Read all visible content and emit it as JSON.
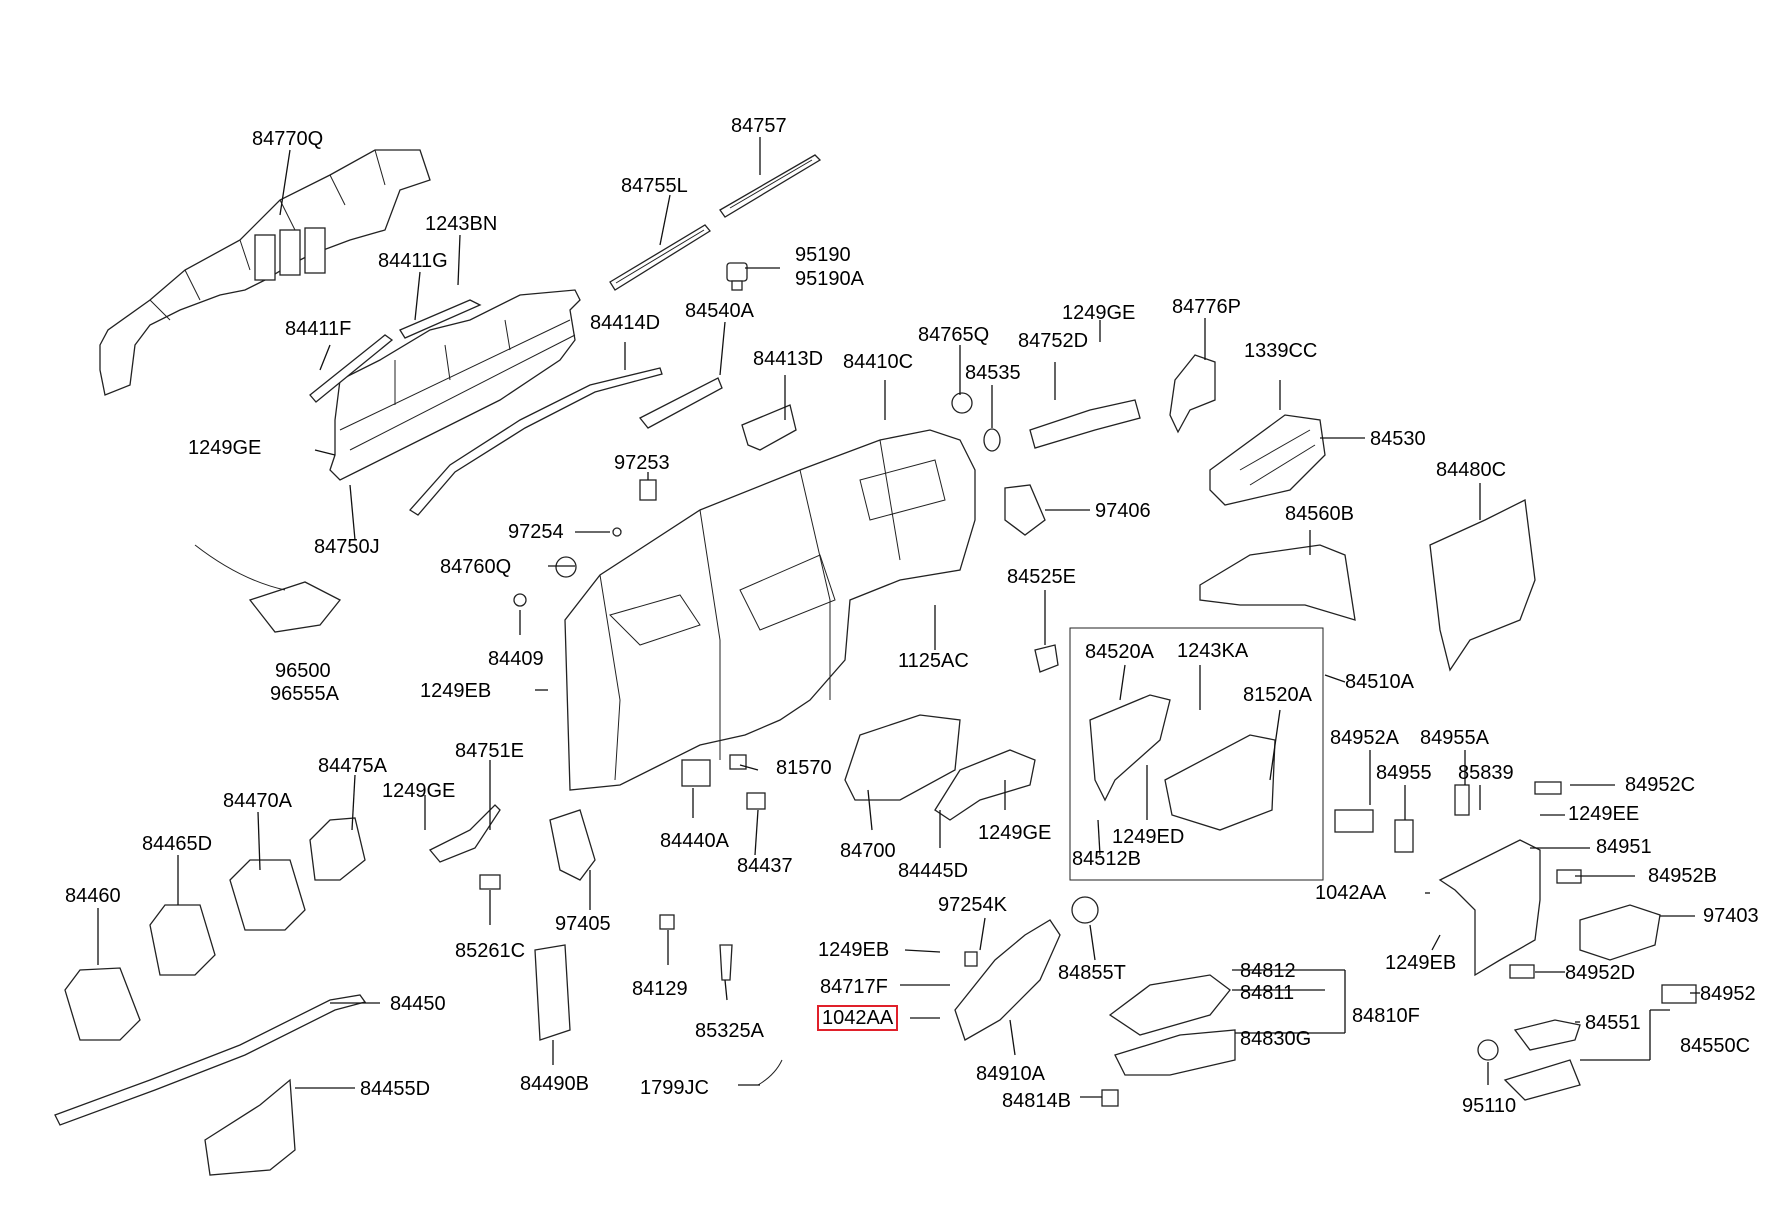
{
  "diagram": {
    "labels": [
      {
        "id": "84770Q",
        "text": "84770Q"
      },
      {
        "id": "84757",
        "text": "84757"
      },
      {
        "id": "84755L",
        "text": "84755L"
      },
      {
        "id": "1243BN",
        "text": "1243BN"
      },
      {
        "id": "84411G",
        "text": "84411G"
      },
      {
        "id": "95190",
        "text": "95190"
      },
      {
        "id": "95190A",
        "text": "95190A"
      },
      {
        "id": "84540A",
        "text": "84540A"
      },
      {
        "id": "84411F",
        "text": "84411F"
      },
      {
        "id": "84414D",
        "text": "84414D"
      },
      {
        "id": "1249GE_top",
        "text": "1249GE"
      },
      {
        "id": "84776P",
        "text": "84776P"
      },
      {
        "id": "84765Q",
        "text": "84765Q"
      },
      {
        "id": "84752D",
        "text": "84752D"
      },
      {
        "id": "1339CC",
        "text": "1339CC"
      },
      {
        "id": "84413D",
        "text": "84413D"
      },
      {
        "id": "84410C",
        "text": "84410C"
      },
      {
        "id": "84535",
        "text": "84535"
      },
      {
        "id": "1249GE_left",
        "text": "1249GE"
      },
      {
        "id": "84530",
        "text": "84530"
      },
      {
        "id": "84480C",
        "text": "84480C"
      },
      {
        "id": "97253",
        "text": "97253"
      },
      {
        "id": "97406",
        "text": "97406"
      },
      {
        "id": "84560B",
        "text": "84560B"
      },
      {
        "id": "97254",
        "text": "97254"
      },
      {
        "id": "84750J",
        "text": "84750J"
      },
      {
        "id": "84760Q",
        "text": "84760Q"
      },
      {
        "id": "84525E",
        "text": "84525E"
      },
      {
        "id": "84520A",
        "text": "84520A"
      },
      {
        "id": "1243KA",
        "text": "1243KA"
      },
      {
        "id": "1125AC",
        "text": "1125AC"
      },
      {
        "id": "84409",
        "text": "84409"
      },
      {
        "id": "96500",
        "text": "96500"
      },
      {
        "id": "96555A",
        "text": "96555A"
      },
      {
        "id": "84510A",
        "text": "84510A"
      },
      {
        "id": "1249EB_mid",
        "text": "1249EB"
      },
      {
        "id": "81520A",
        "text": "81520A"
      },
      {
        "id": "84952A",
        "text": "84952A"
      },
      {
        "id": "84955A",
        "text": "84955A"
      },
      {
        "id": "84751E",
        "text": "84751E"
      },
      {
        "id": "84475A",
        "text": "84475A"
      },
      {
        "id": "81570",
        "text": "81570"
      },
      {
        "id": "84955",
        "text": "84955"
      },
      {
        "id": "85839",
        "text": "85839"
      },
      {
        "id": "84952C",
        "text": "84952C"
      },
      {
        "id": "1249GE_mid",
        "text": "1249GE"
      },
      {
        "id": "84470A",
        "text": "84470A"
      },
      {
        "id": "1249EE",
        "text": "1249EE"
      },
      {
        "id": "1249GE_right",
        "text": "1249GE"
      },
      {
        "id": "84440A",
        "text": "84440A"
      },
      {
        "id": "1249ED",
        "text": "1249ED"
      },
      {
        "id": "84465D",
        "text": "84465D"
      },
      {
        "id": "84700",
        "text": "84700"
      },
      {
        "id": "84951",
        "text": "84951"
      },
      {
        "id": "84512B",
        "text": "84512B"
      },
      {
        "id": "84437",
        "text": "84437"
      },
      {
        "id": "84445D",
        "text": "84445D"
      },
      {
        "id": "84952B",
        "text": "84952B"
      },
      {
        "id": "1042AA_right",
        "text": "1042AA"
      },
      {
        "id": "84460",
        "text": "84460"
      },
      {
        "id": "97254K",
        "text": "97254K"
      },
      {
        "id": "97403",
        "text": "97403"
      },
      {
        "id": "97405",
        "text": "97405"
      },
      {
        "id": "1249EB_low",
        "text": "1249EB"
      },
      {
        "id": "85261C",
        "text": "85261C"
      },
      {
        "id": "1249EB_right",
        "text": "1249EB"
      },
      {
        "id": "84855T",
        "text": "84855T"
      },
      {
        "id": "84812",
        "text": "84812"
      },
      {
        "id": "84952D",
        "text": "84952D"
      },
      {
        "id": "84717F",
        "text": "84717F"
      },
      {
        "id": "84129",
        "text": "84129"
      },
      {
        "id": "84811",
        "text": "84811"
      },
      {
        "id": "84952",
        "text": "84952"
      },
      {
        "id": "84450",
        "text": "84450"
      },
      {
        "id": "1042AA_hl",
        "text": "1042AA"
      },
      {
        "id": "84810F",
        "text": "84810F"
      },
      {
        "id": "84551",
        "text": "84551"
      },
      {
        "id": "85325A",
        "text": "85325A"
      },
      {
        "id": "84550C",
        "text": "84550C"
      },
      {
        "id": "84830G",
        "text": "84830G"
      },
      {
        "id": "84910A",
        "text": "84910A"
      },
      {
        "id": "84490B",
        "text": "84490B"
      },
      {
        "id": "1799JC",
        "text": "1799JC"
      },
      {
        "id": "84455D",
        "text": "84455D"
      },
      {
        "id": "84814B",
        "text": "84814B"
      },
      {
        "id": "95110",
        "text": "95110"
      }
    ]
  }
}
